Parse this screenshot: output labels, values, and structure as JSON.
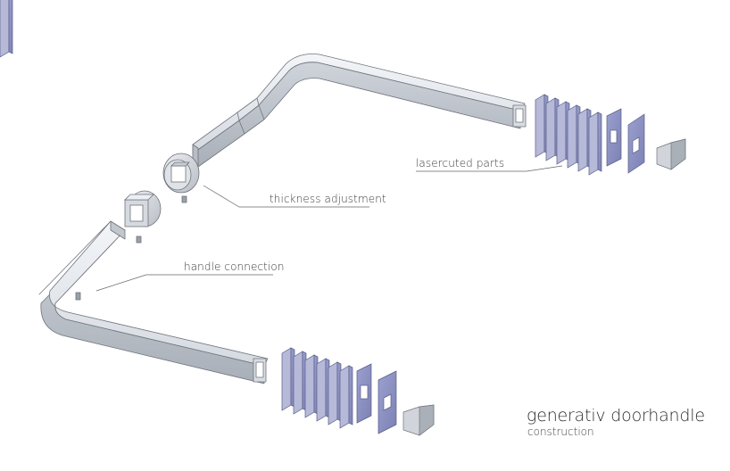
{
  "title": "generativ doorhandle",
  "subtitle": "construction",
  "annotations": {
    "lasercut": "lasercuted parts",
    "thickness": "thickness adjustment",
    "connection": "handle connection"
  },
  "colors": {
    "background": "#ffffff",
    "tube_light": "#e8ecf1",
    "tube_mid": "#c9ced6",
    "tube_dark": "#a3a9b3",
    "plate_face": "#8e93c2",
    "plate_edge": "#b9bbd8",
    "plate_hole": "#ffffff",
    "leader_line": "#555555"
  }
}
